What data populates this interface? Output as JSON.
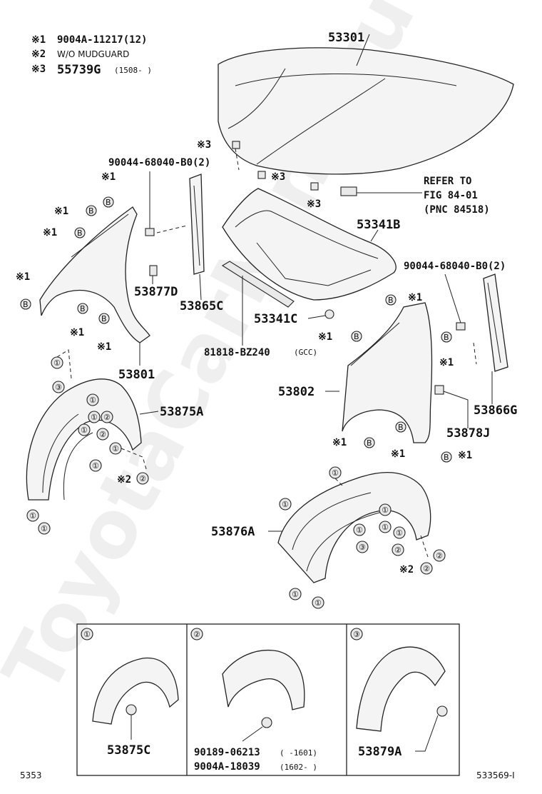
{
  "notes": [
    {
      "mark": "※1",
      "text": "9004A-11217(12)"
    },
    {
      "mark": "※2",
      "text": "W/O MUDGUARD"
    },
    {
      "mark": "※3",
      "text": "55739G",
      "suffix": "(1508-   )"
    }
  ],
  "labels": {
    "hood": "53301",
    "bolt_left": "90044-68040-B0(2)",
    "refer_1": "REFER TO",
    "refer_2": "FIG 84-01",
    "refer_3": "(PNC 84518)",
    "insulator": "53341B",
    "bolt_right": "90044-68040-B0(2)",
    "seal_left": "53877D",
    "bracket_left": "53865C",
    "clip": "53341C",
    "seal_strip": "81818-BZ240",
    "seal_strip_suffix": "(GCC)",
    "fender_left": "53801",
    "fender_right": "53802",
    "liner_left": "53875A",
    "bracket_right": "53866G",
    "seal_right": "53878J",
    "liner_right": "53876A",
    "legend1_part": "53875C",
    "legend2_part1": "90189-06213",
    "legend2_part1_suffix": "(   -1601)",
    "legend2_part2": "9004A-18039",
    "legend2_part2_suffix": "(1602-    )",
    "legend3_part": "53879A",
    "footer_left": "5353",
    "footer_right": "533569-I"
  },
  "marks": {
    "n1": "※1",
    "n2": "※2",
    "n3": "※3",
    "c1": "①",
    "c2": "②",
    "c3": "③",
    "b": "B"
  },
  "watermark": "ToyotaCarMine.ru"
}
